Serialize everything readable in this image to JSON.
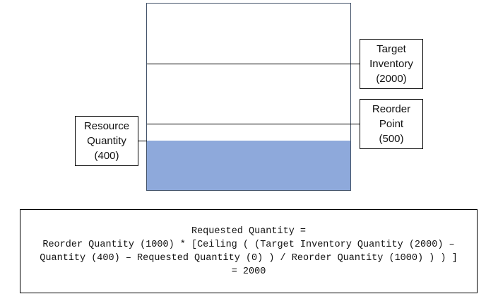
{
  "labels": {
    "target_inventory": [
      "Target",
      "Inventory",
      "(2000)"
    ],
    "reorder_point": [
      "Reorder",
      "Point",
      "(500)"
    ],
    "resource_quantity": [
      "Resource",
      "Quantity",
      "(400)"
    ]
  },
  "formula": {
    "lines": [
      "Requested Quantity =",
      "Reorder Quantity (1000) * [Ceiling ( (Target Inventory Quantity (2000) –",
      "Quantity (400) – Requested Quantity (0) ) / Reorder Quantity (1000) ) ) ]",
      "= 2000"
    ]
  },
  "colors": {
    "fill": "#8EA9DB",
    "tank_border": "#44546A"
  }
}
